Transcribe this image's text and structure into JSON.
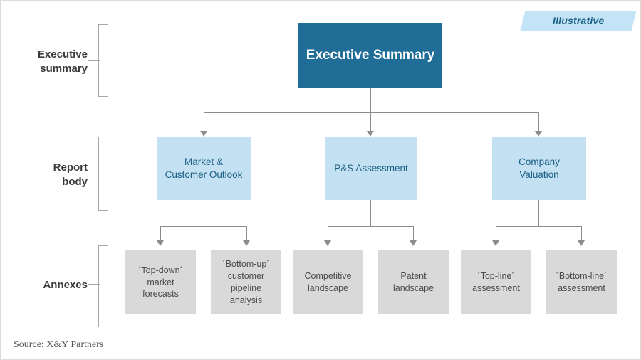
{
  "badge": {
    "label": "Illustrative"
  },
  "rows": [
    {
      "id": "executive-summary",
      "label": "Executive\nsummary"
    },
    {
      "id": "report-body",
      "label": "Report\nbody"
    },
    {
      "id": "annexes",
      "label": "Annexes"
    }
  ],
  "nodes": {
    "executive": {
      "label": "Executive Summary"
    },
    "body": [
      {
        "id": "market-customer-outlook",
        "label": "Market &\nCustomer Outlook"
      },
      {
        "id": "ps-assessment",
        "label": "P&S Assessment"
      },
      {
        "id": "company-valuation",
        "label": "Company\nValuation"
      }
    ],
    "annexes": [
      {
        "id": "top-down-market-forecasts",
        "label": "´Top-down´\nmarket\nforecasts"
      },
      {
        "id": "bottom-up-customer-pipeline-analysis",
        "label": "´Bottom-up´\ncustomer\npipeline\nanalysis"
      },
      {
        "id": "competitive-landscape",
        "label": "Competitive\nlandscape"
      },
      {
        "id": "patent-landscape",
        "label": "Patent\nlandscape"
      },
      {
        "id": "top-line-assessment",
        "label": "´Top-line´\nassessment"
      },
      {
        "id": "bottom-line-assessment",
        "label": "´Bottom-line´\nassessment"
      }
    ]
  },
  "source": {
    "text": "Source: X&Y Partners"
  },
  "colors": {
    "executive_box": "#206d98",
    "body_box": "#c3e1f2",
    "annex_box": "#d9d9d9",
    "badge_bg": "#c3e4f7",
    "badge_text": "#1c5f86",
    "connector": "#8c8c8c",
    "bracket": "#a6a6a6",
    "frame": "#dcdcdc"
  }
}
